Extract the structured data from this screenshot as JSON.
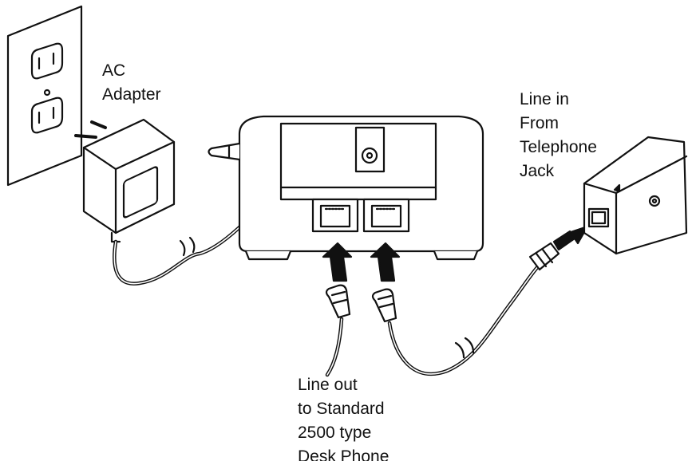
{
  "labels": {
    "ac_adapter": [
      "AC",
      "Adapter"
    ],
    "line_in": [
      "Line in",
      "From",
      "Telephone",
      "Jack"
    ],
    "line_out": [
      "Line out",
      "to Standard",
      "2500 type",
      "Desk Phone"
    ]
  },
  "colors": {
    "stroke": "#111111",
    "fill": "#ffffff",
    "arrow": "#111111"
  },
  "icons": [
    "wall-outlet-icon",
    "ac-adapter-icon",
    "base-unit-icon",
    "wall-jack-icon",
    "modular-plug-icon",
    "arrow-up-icon"
  ]
}
